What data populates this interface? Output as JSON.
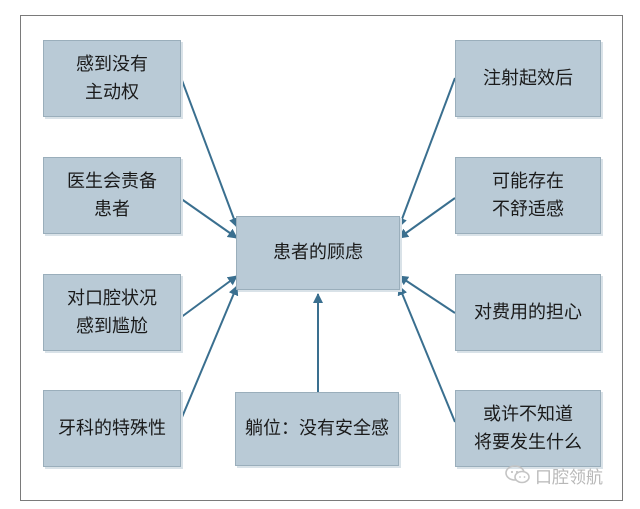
{
  "center": "患者的顾虑",
  "left": [
    "感到没有\n主动权",
    "医生会责备\n患者",
    "对口腔状况\n感到尴尬",
    "牙科的特殊性"
  ],
  "right": [
    "注射起效后",
    "可能存在\n不舒适感",
    "对费用的担心",
    "或许不知道\n将要发生什么"
  ],
  "bottom": "躺位：没有安全感",
  "watermark": "口腔领航",
  "colors": {
    "box": "#b9cad6",
    "arrow": "#3a6f8f"
  },
  "icons": {
    "watermark": "wechat-icon"
  }
}
